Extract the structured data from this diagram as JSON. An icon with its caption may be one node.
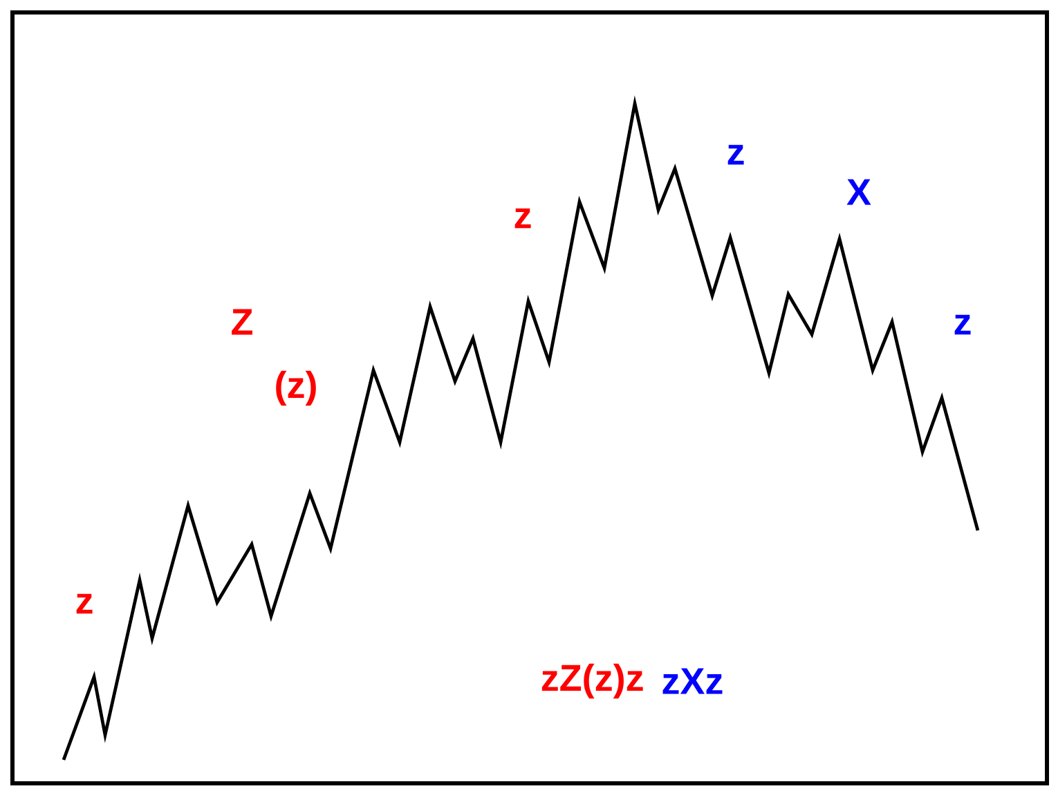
{
  "diagram": {
    "labels": [
      "z",
      "Z",
      "(z)",
      "z",
      "z",
      "X",
      "z",
      "zZ(z)z",
      "zXz"
    ]
  }
}
